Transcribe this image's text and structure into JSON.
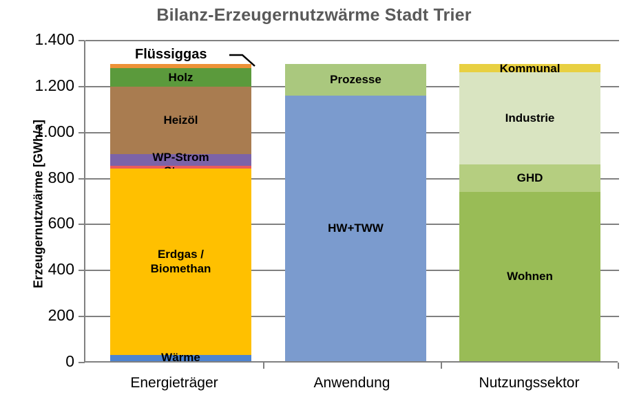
{
  "chart_data": {
    "type": "bar",
    "title": "Bilanz-Erzeugernutzwärme Stadt Trier",
    "xlabel": "",
    "ylabel": "Erzeugernutzwärme [GWh/a]",
    "ylim": [
      0,
      1400
    ],
    "ytick_labels": [
      "1.400",
      "1.200",
      "1.000",
      "800",
      "600",
      "400",
      "200",
      "0"
    ],
    "ytick_values": [
      1400,
      1200,
      1000,
      800,
      600,
      400,
      200,
      0
    ],
    "grid": true,
    "stacked": true,
    "legend": "none (segments labelled in place)",
    "categories": [
      "Energieträger",
      "Anwendung",
      "Nutzungssektor"
    ],
    "columns": [
      {
        "category": "Energieträger",
        "total": 1292,
        "segments": [
          {
            "name": "Wärme",
            "value": 27,
            "color": "#4D84D0",
            "label_visible": true
          },
          {
            "name": "Erdgas / Biomethan",
            "value": 810,
            "color": "#FFC000",
            "label_visible": true
          },
          {
            "name": "Strom",
            "value": 12,
            "color": "#EC5B5B",
            "label_visible": true
          },
          {
            "name": "WP-Strom",
            "value": 51,
            "color": "#7C63A8",
            "label_visible": true
          },
          {
            "name": "Heizöl",
            "value": 293,
            "color": "#A97C50",
            "label_visible": true
          },
          {
            "name": "Holz",
            "value": 81,
            "color": "#5B9A3C",
            "label_visible": true
          },
          {
            "name": "Flüssiggas",
            "value": 18,
            "color": "#ED9237",
            "label_visible": false
          }
        ]
      },
      {
        "category": "Anwendung",
        "total": 1293,
        "segments": [
          {
            "name": "HW+TWW",
            "value": 1155,
            "color": "#7B9BCE",
            "label_visible": true
          },
          {
            "name": "Prozesse",
            "value": 138,
            "color": "#AAC87E",
            "label_visible": true
          }
        ]
      },
      {
        "category": "Nutzungssektor",
        "total": 1293,
        "segments": [
          {
            "name": "Wohnen",
            "value": 736,
            "color": "#99BC56",
            "label_visible": true
          },
          {
            "name": "GHD",
            "value": 120,
            "color": "#B5CE80",
            "label_visible": true
          },
          {
            "name": "Industrie",
            "value": 401,
            "color": "#D9E4C1",
            "label_visible": true
          },
          {
            "name": "Kommunal",
            "value": 36,
            "color": "#E8D042",
            "label_visible": true
          }
        ]
      }
    ],
    "annotations": [
      {
        "text": "Flüssiggas",
        "points_to": "Flüssiggas segment of Energieträger bar"
      }
    ]
  },
  "colors": {
    "title": "#595959",
    "axis": "#808080",
    "text": "#000000",
    "background": "#FFFFFF"
  }
}
